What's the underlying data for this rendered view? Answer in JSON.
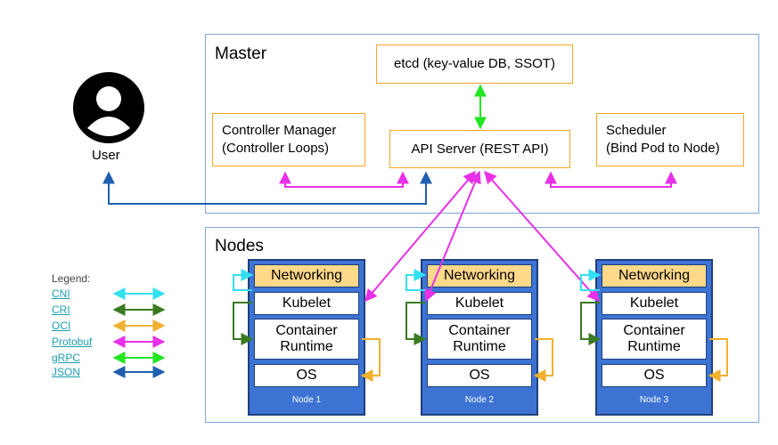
{
  "master": {
    "title": "Master"
  },
  "etcd": {
    "label": "etcd (key-value DB, SSOT)"
  },
  "controller_manager": {
    "line1": "Controller Manager",
    "line2": "(Controller Loops)"
  },
  "api_server": {
    "label": "API Server (REST API)"
  },
  "scheduler": {
    "line1": "Scheduler",
    "line2": "(Bind Pod to Node)"
  },
  "user": {
    "label": "User"
  },
  "nodes_region": {
    "title": "Nodes"
  },
  "nodes": [
    {
      "networking": "Networking",
      "kubelet": "Kubelet",
      "runtime_line1": "Container",
      "runtime_line2": "Runtime",
      "os": "OS",
      "label": "Node 1"
    },
    {
      "networking": "Networking",
      "kubelet": "Kubelet",
      "runtime_line1": "Container",
      "runtime_line2": "Runtime",
      "os": "OS",
      "label": "Node 2"
    },
    {
      "networking": "Networking",
      "kubelet": "Kubelet",
      "runtime_line1": "Container",
      "runtime_line2": "Runtime",
      "os": "OS",
      "label": "Node 3"
    }
  ],
  "legend": {
    "title": "Legend:",
    "items": [
      {
        "label": "CNI",
        "color": "#33e0f0"
      },
      {
        "label": "CRI",
        "color": "#3a7a20"
      },
      {
        "label": "OCI",
        "color": "#f0b030"
      },
      {
        "label": "Protobuf",
        "color": "#e830e8"
      },
      {
        "label": "gRPC",
        "color": "#22e622"
      },
      {
        "label": "JSON",
        "color": "#1f5fb0"
      }
    ]
  },
  "colors": {
    "region_border": "#7fa6d6",
    "component_border": "#f5a623",
    "node_fill": "#3d74d4",
    "networking_fill": "#ffd98a"
  }
}
